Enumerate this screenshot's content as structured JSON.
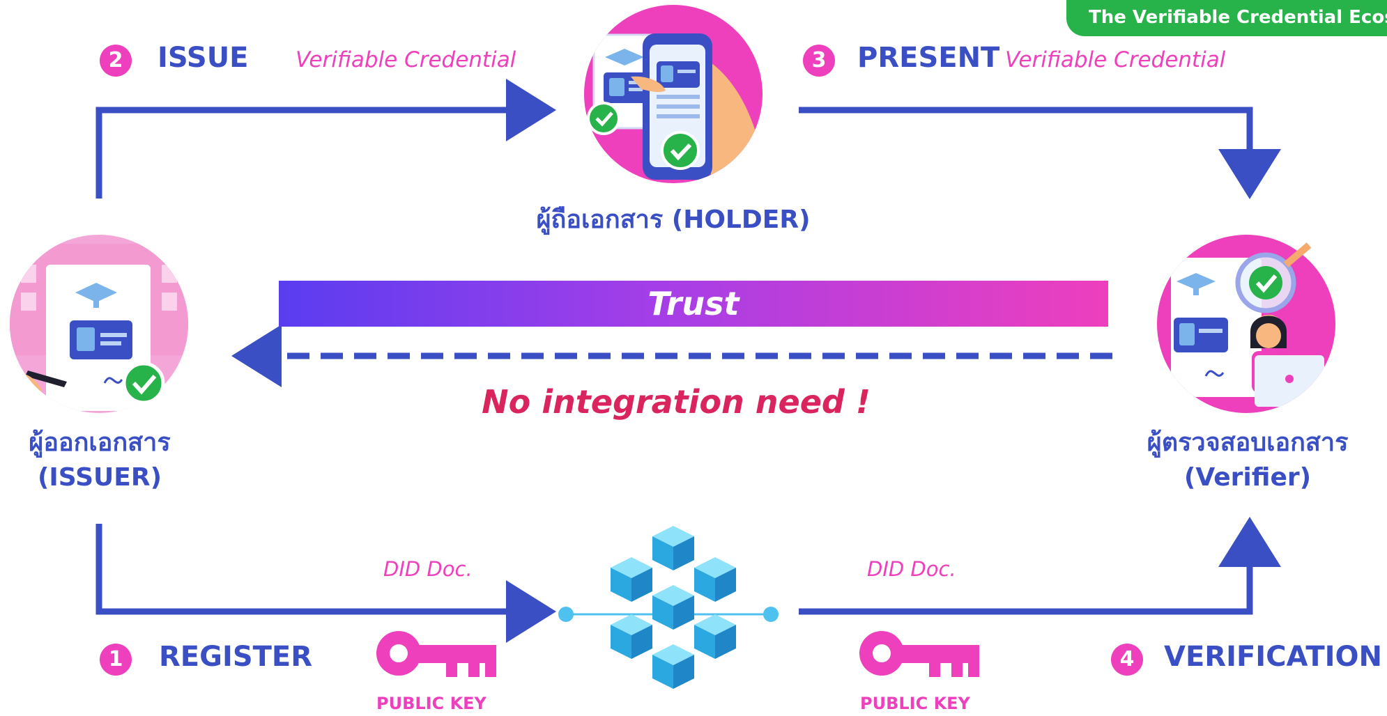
{
  "badge": "The Verifiable Credential Ecosystem",
  "steps": [
    {
      "number": "1",
      "label": "REGISTER"
    },
    {
      "number": "2",
      "label": "ISSUE",
      "note": "Verifiable Credential"
    },
    {
      "number": "3",
      "label": "PRESENT",
      "note": "Verifiable Credential"
    },
    {
      "number": "4",
      "label": "VERIFICATION"
    }
  ],
  "roles": {
    "holder": "ผู้ถือเอกสาร (HOLDER)",
    "issuer_thai": "ผู้ออกเอกสาร",
    "issuer_en": "(ISSUER)",
    "verifier_thai": "ผู้ตรวจสอบเอกสาร",
    "verifier_en": "(Verifier)"
  },
  "trust": "Trust",
  "no_integration": "No integration need !",
  "did_left": "DID Doc.",
  "did_right": "DID Doc.",
  "public_key_left": "PUBLIC KEY",
  "public_key_right": "PUBLIC KEY",
  "colors": {
    "blue": "#3a4fc4",
    "pink": "#ee3fbd",
    "green": "#27b24a",
    "red": "#d9245d",
    "cyan": "#22b8ea"
  },
  "icons": {
    "holder": "phone-credential-icon",
    "issuer": "issuer-document-icon",
    "verifier": "verifier-person-icon",
    "blockchain": "blockchain-cubes-icon",
    "key": "key-icon"
  }
}
